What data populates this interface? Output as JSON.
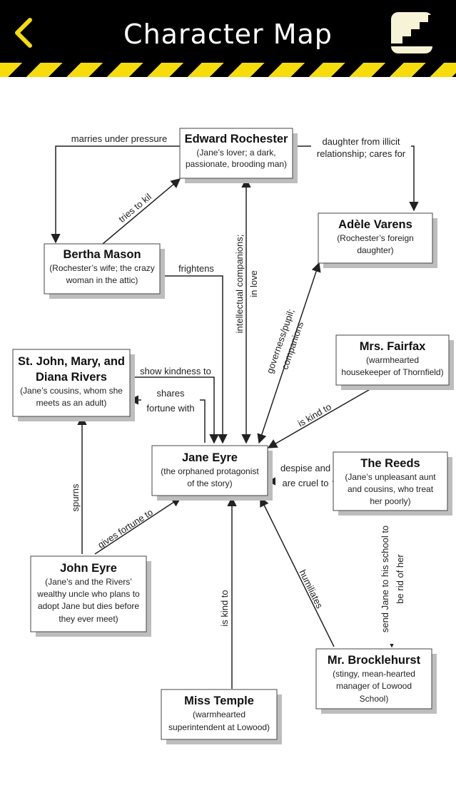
{
  "header": {
    "title": "Character Map",
    "back_icon": "chevron-left-icon",
    "menu_icon": "stairs-icon",
    "accent": "#f5dc0a"
  },
  "nodes": {
    "rochester": {
      "name": "Edward Rochester",
      "desc": [
        "(Jane’s lover; a dark,",
        "passionate, brooding man)"
      ]
    },
    "adele": {
      "name": "Adèle Varens",
      "desc": [
        "(Rochester’s foreign",
        "daughter)"
      ]
    },
    "bertha": {
      "name": "Bertha Mason",
      "desc": [
        "(Rochester’s wife; the crazy",
        "woman in the attic)"
      ]
    },
    "rivers": {
      "name": [
        "St. John, Mary, and",
        "Diana Rivers"
      ],
      "desc": [
        "(Jane’s cousins, whom she",
        "meets as an adult)"
      ]
    },
    "fairfax": {
      "name": "Mrs. Fairfax",
      "desc": [
        "(warmhearted",
        "housekeeper of Thornfield)"
      ]
    },
    "jane": {
      "name": "Jane Eyre",
      "desc": [
        "(the orphaned protagonist",
        "of the story)"
      ]
    },
    "reeds": {
      "name": "The Reeds",
      "desc": [
        "(Jane’s unpleasant aunt",
        "and cousins, who treat",
        "her poorly)"
      ]
    },
    "john": {
      "name": "John Eyre",
      "desc": [
        "(Jane’s and the Rivers’",
        "wealthy uncle who plans to",
        "adopt Jane but dies before",
        "they ever meet)"
      ]
    },
    "brocklehurst": {
      "name": "Mr. Brocklehurst",
      "desc": [
        "(stingy, mean-hearted",
        "manager of Lowood",
        "School)"
      ]
    },
    "temple": {
      "name": "Miss Temple",
      "desc": [
        "(warmhearted",
        "superintendent at Lowood)"
      ]
    }
  },
  "edges": {
    "marries": "marries under pressure",
    "daughter": [
      "daughter from illicit",
      "relationship; cares for"
    ],
    "tries_kill": "tries to kil",
    "frightens": "frightens",
    "intellectual": [
      "intellectual companions;",
      "in love"
    ],
    "governess": [
      "governess/pupil;",
      "companions"
    ],
    "kindness": "show kindness to",
    "shares": [
      "shares",
      "fortune with"
    ],
    "fairfax_kind": "is kind to",
    "despise": [
      "despise and",
      "are cruel to"
    ],
    "spurns": "spurns",
    "gives_fortune": "gives fortune to",
    "send_jane": [
      "send Jane to his school to",
      "be rid of her"
    ],
    "humiliates": "humiliates",
    "temple_kind": "is kind to"
  }
}
